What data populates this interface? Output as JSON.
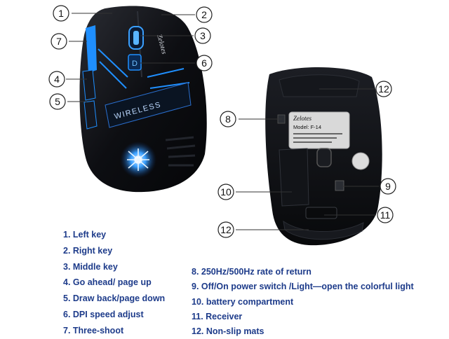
{
  "callouts_front": [
    "1",
    "2",
    "3",
    "4",
    "5",
    "6",
    "7"
  ],
  "callouts_bottom": [
    "8",
    "9",
    "10",
    "11",
    "12",
    "12"
  ],
  "mouse_top": {
    "brand": "Zelotes",
    "side_text": "WIRELESS",
    "dpi_mark": "D"
  },
  "mouse_bottom": {
    "brand": "Zelotes",
    "model": "Model: F-14"
  },
  "legend_left": [
    "1. Left key",
    "2. Right key",
    "3. Middle key",
    "4. Go ahead/ page up",
    "5. Draw back/page down",
    "6. DPI speed adjust",
    "7. Three-shoot"
  ],
  "legend_right": [
    "8. 250Hz/500Hz rate of return",
    "9. Off/On power switch /Light—open the colorful light",
    "10. battery compartment",
    "11. Receiver",
    "12. Non-slip mats"
  ],
  "colors": {
    "accent_blue": "#1f8fff",
    "legend_text": "#1d3b8a",
    "mouse_body": "#0c0d10"
  }
}
